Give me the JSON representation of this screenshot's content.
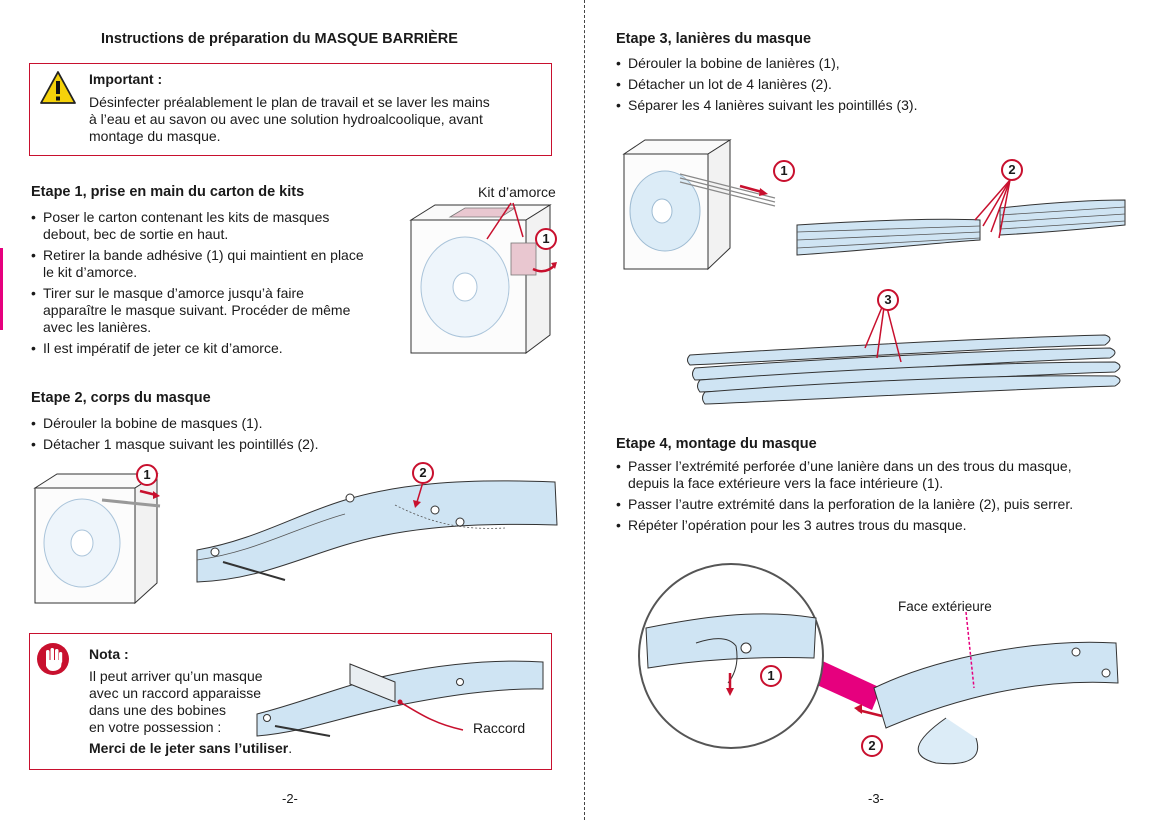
{
  "left_page": {
    "title": "Instructions de préparation du MASQUE BARRIÈRE",
    "important": {
      "icon": "warning-icon",
      "heading": "Important :",
      "lines": [
        "Désinfecter préalablement le plan de travail et se laver les mains",
        "à l’eau et au savon ou avec une solution hydroalcoolique, avant",
        "montage du masque."
      ]
    },
    "step1": {
      "heading": "Etape 1, prise en main du carton de kits",
      "bullets": [
        [
          "Poser le carton contenant les kits de masques",
          "debout, bec de sortie en haut."
        ],
        [
          "Retirer la bande adhésive (1) qui maintient en place",
          "le kit d’amorce."
        ],
        [
          "Tirer sur le masque d’amorce jusqu’à faire",
          "apparaître le masque suivant. Procéder de même",
          "avec les lanières."
        ],
        [
          "Il est impératif de jeter ce kit d’amorce."
        ]
      ],
      "figure_label": "Kit d’amorce",
      "callout": "1"
    },
    "step2": {
      "heading": "Etape 2, corps du masque",
      "bullets": [
        "Dérouler la bobine de masques (1).",
        "Détacher 1 masque suivant les pointillés (2)."
      ],
      "callouts": [
        "1",
        "2"
      ]
    },
    "nota": {
      "icon": "stop-hand-icon",
      "heading": "Nota :",
      "lines": [
        "Il peut arriver qu’un masque",
        "avec un raccord apparaisse",
        "dans une des bobines",
        "en votre possession :"
      ],
      "bold_line": "Merci de le jeter sans l’utiliser",
      "bold_suffix": ".",
      "figure_label": "Raccord"
    },
    "page_number": "-2-"
  },
  "right_page": {
    "step3": {
      "heading": "Etape 3, lanières du masque",
      "bullets": [
        "Dérouler la bobine de lanières (1),",
        "Détacher un lot de 4 lanières (2).",
        "Séparer les 4 lanières suivant les pointillés (3)."
      ],
      "callouts": [
        "1",
        "2",
        "3"
      ]
    },
    "step4": {
      "heading": "Etape 4, montage du masque",
      "bullets": [
        [
          "Passer l’extrémité perforée d’une lanière dans un des trous du masque,",
          "depuis la face extérieure vers la face intérieure (1)."
        ],
        [
          "Passer l’autre extrémité dans la perforation de la lanière (2), puis serrer."
        ],
        [
          "Répéter l’opération pour les 3 autres trous du masque."
        ]
      ],
      "figure_label": "Face extérieure",
      "callouts": [
        "1",
        "2"
      ]
    },
    "page_number": "-3-"
  },
  "colors": {
    "accent_red": "#c8102e",
    "magenta": "#e6007e",
    "mask_blue": "#cfe4f3",
    "warning_yellow": "#f5d20a"
  }
}
